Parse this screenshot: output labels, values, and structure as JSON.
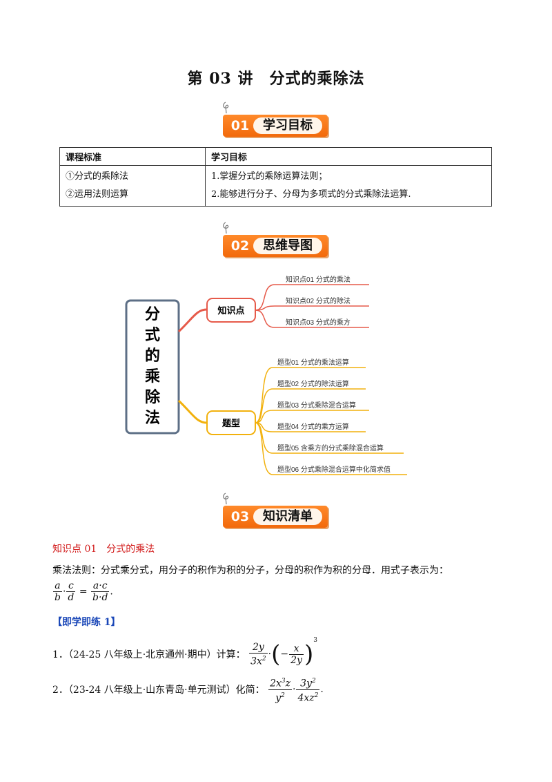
{
  "title": "第 03 讲　分式的乘除法",
  "banners": [
    {
      "num": "01",
      "label": "学习目标"
    },
    {
      "num": "02",
      "label": "思维导图"
    },
    {
      "num": "03",
      "label": "知识清单"
    }
  ],
  "goals_table": {
    "headers": [
      "课程标准",
      "学习目标"
    ],
    "standards": [
      "①分式的乘除法",
      "②运用法则运算"
    ],
    "objectives": [
      "1.掌握分式的乘除运算法则；",
      "2.能够进行分子、分母为多项式的分式乘除法运算."
    ]
  },
  "mindmap": {
    "center": [
      "分",
      "式",
      "的",
      "乘",
      "除",
      "法"
    ],
    "branch1": "知识点",
    "branch1_items": [
      "知识点01  分式的乘法",
      "知识点02  分式的除法",
      "知识点03  分式的乘方"
    ],
    "branch2": "题型",
    "branch2_items": [
      "题型01  分式的乘法运算",
      "题型02  分式的除法运算",
      "题型03  分式乘除混合运算",
      "题型04  分式的乘方运算",
      "题型05  含乘方的分式乘除混合运算",
      "题型06  分式乘除混合运算中化简求值"
    ],
    "colors": {
      "branch1": "#e65a4a",
      "branch2": "#f2b10d",
      "center_border": "#5d6f86"
    }
  },
  "knowledge": {
    "kp_title": "知识点 01　分式的乘法",
    "rule": "乘法法则：分式乘分式，用分子的积作为积的分子，分母的积作为积的分母．用式子表示为：",
    "formula": {
      "a": "a",
      "b": "b",
      "c": "c",
      "d": "d",
      "num": "a·c",
      "den": "b·d",
      "end": "."
    },
    "practice": "【即学即练 1】",
    "p1_prefix": "1．（24-25 八年级上·北京通州·期中）计算：",
    "p2_prefix": "2．（23-24 八年级上·山东青岛·单元测试）化简："
  }
}
